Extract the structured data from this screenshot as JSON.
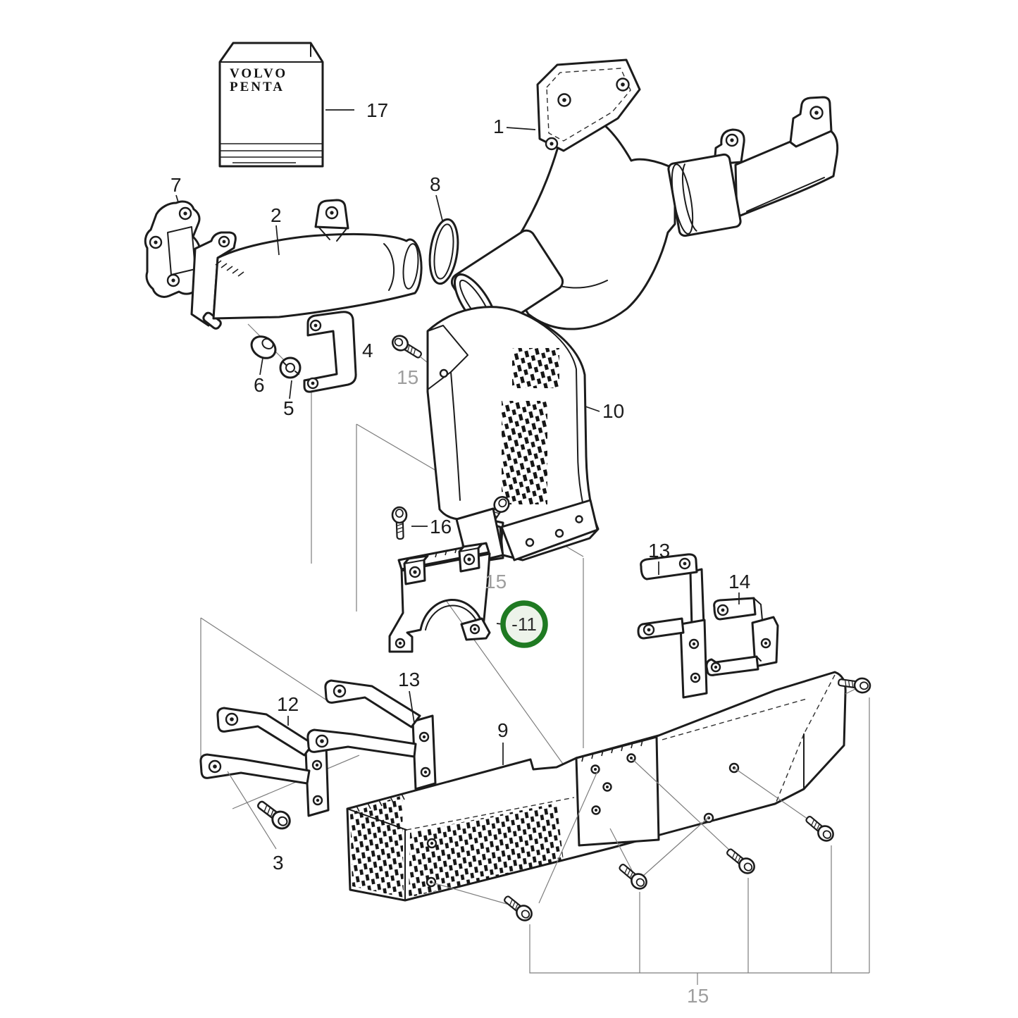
{
  "page": {
    "background": "#ffffff",
    "type": "exploded-parts-diagram"
  },
  "brand": {
    "line1": "VOLVO",
    "line2": "PENTA"
  },
  "highlight": {
    "label": "-11",
    "ring": "#1f7a22",
    "fill": "#edf3ea"
  },
  "callouts": {
    "c1": "1",
    "c2": "2",
    "c3": "3",
    "c4": "4",
    "c5": "5",
    "c6": "6",
    "c7": "7",
    "c8": "8",
    "c9": "9",
    "c10": "10",
    "c12": "12",
    "c13a": "13",
    "c13b": "13",
    "c14": "14",
    "c15a": "15",
    "c15b": "15",
    "c15c": "15",
    "c16": "16",
    "c17": "17"
  }
}
